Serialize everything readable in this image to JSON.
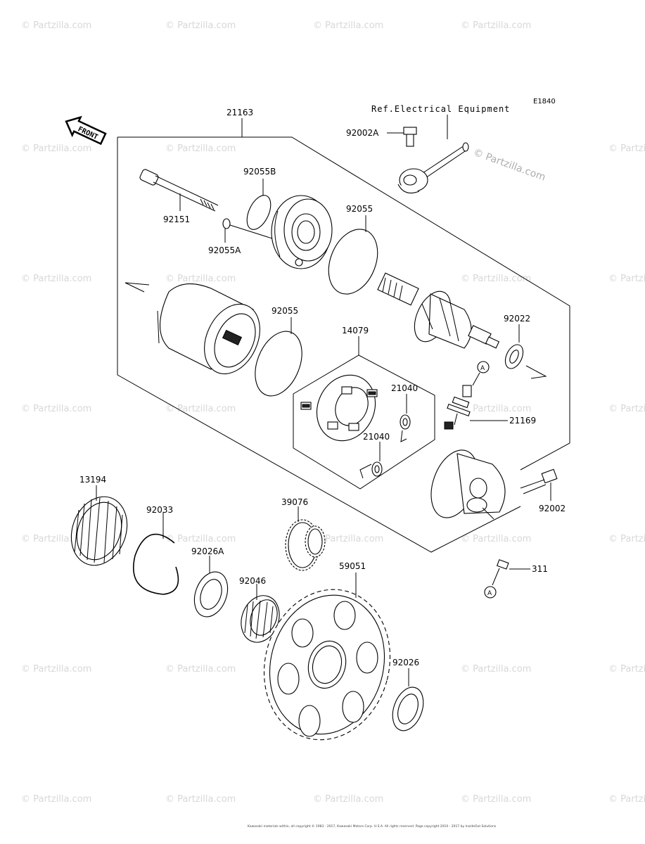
{
  "diagram_code": "E1840",
  "ref_note": "Ref.Electrical Equipment",
  "front_label": "FRONT",
  "watermark_text": "© Partzilla.com",
  "watermark_big": "© Partzilla.com",
  "callouts": {
    "p21163": "21163",
    "p92002A": "92002A",
    "p92055B": "92055B",
    "p92151": "92151",
    "p92055A": "92055A",
    "p92055_top": "92055",
    "p92055_mid": "92055",
    "p14079": "14079",
    "p92022": "92022",
    "p21040_a": "21040",
    "p21040_b": "21040",
    "p21169": "21169",
    "p92002": "92002",
    "p13194": "13194",
    "p92033": "92033",
    "p39076": "39076",
    "p92026A": "92026A",
    "p92046": "92046",
    "p59051": "59051",
    "p311": "311",
    "p92026": "92026",
    "ref_a1": "A",
    "ref_a2": "A"
  },
  "copyright": "Kawasaki materials within, all copyright © 1983 - 2017, Kawasaki Motors Corp. U.S.A. All rights reserved. Page copyright 2010 - 2017 by InsideOut Solutions"
}
